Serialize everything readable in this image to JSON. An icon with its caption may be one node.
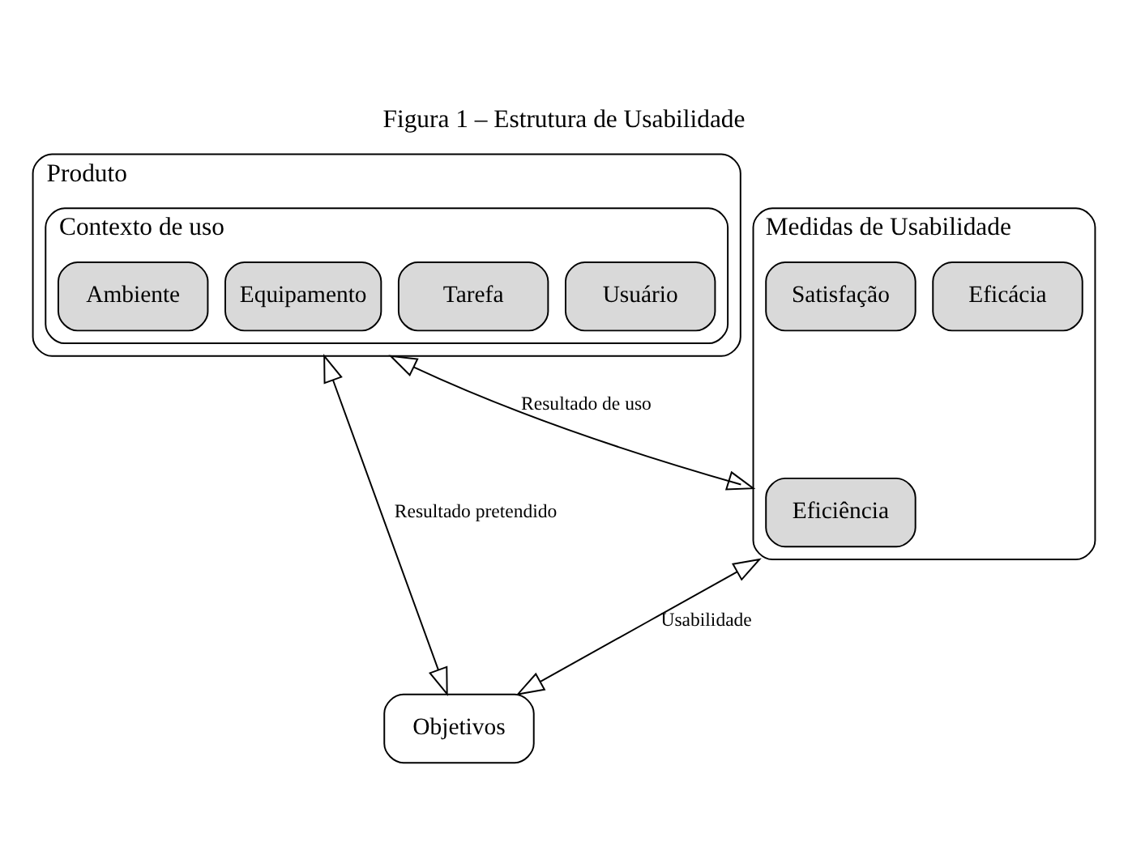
{
  "diagram": {
    "title": "Figura 1 – Estrutura de Usabilidade",
    "nodes": [
      {
        "text": [
          "Produto"
        ]
      },
      {
        "text": [
          "Contexto de uso"
        ],
        "in": 0
      },
      {
        "text": [
          "Usuário"
        ],
        "in": 1
      },
      {
        "text": [
          "Tarefa"
        ],
        "in": 1
      },
      {
        "text": [
          "Equipamento"
        ],
        "in": 1
      },
      {
        "text": [
          "Ambiente"
        ],
        "in": 1
      },
      {
        "text": [
          "Medidas de Usabilidade"
        ]
      },
      {
        "text": [
          "Eficácia"
        ],
        "in": 6
      },
      {
        "text": [
          "Eficiência"
        ],
        "in": 6
      },
      {
        "text": [
          "Satisfação"
        ],
        "in": 6
      },
      {
        "text": [
          "Objetivos"
        ]
      }
    ],
    "edges": [
      {
        "from": 0,
        "to": 6,
        "arrow": "both",
        "label": "Resultado de uso"
      },
      {
        "from": 0,
        "to": 10,
        "arrow": "both",
        "label": "Resultado pretendido"
      },
      {
        "from": 6,
        "to": 10,
        "arrow": "both",
        "label": "Usabilidade"
      }
    ]
  }
}
